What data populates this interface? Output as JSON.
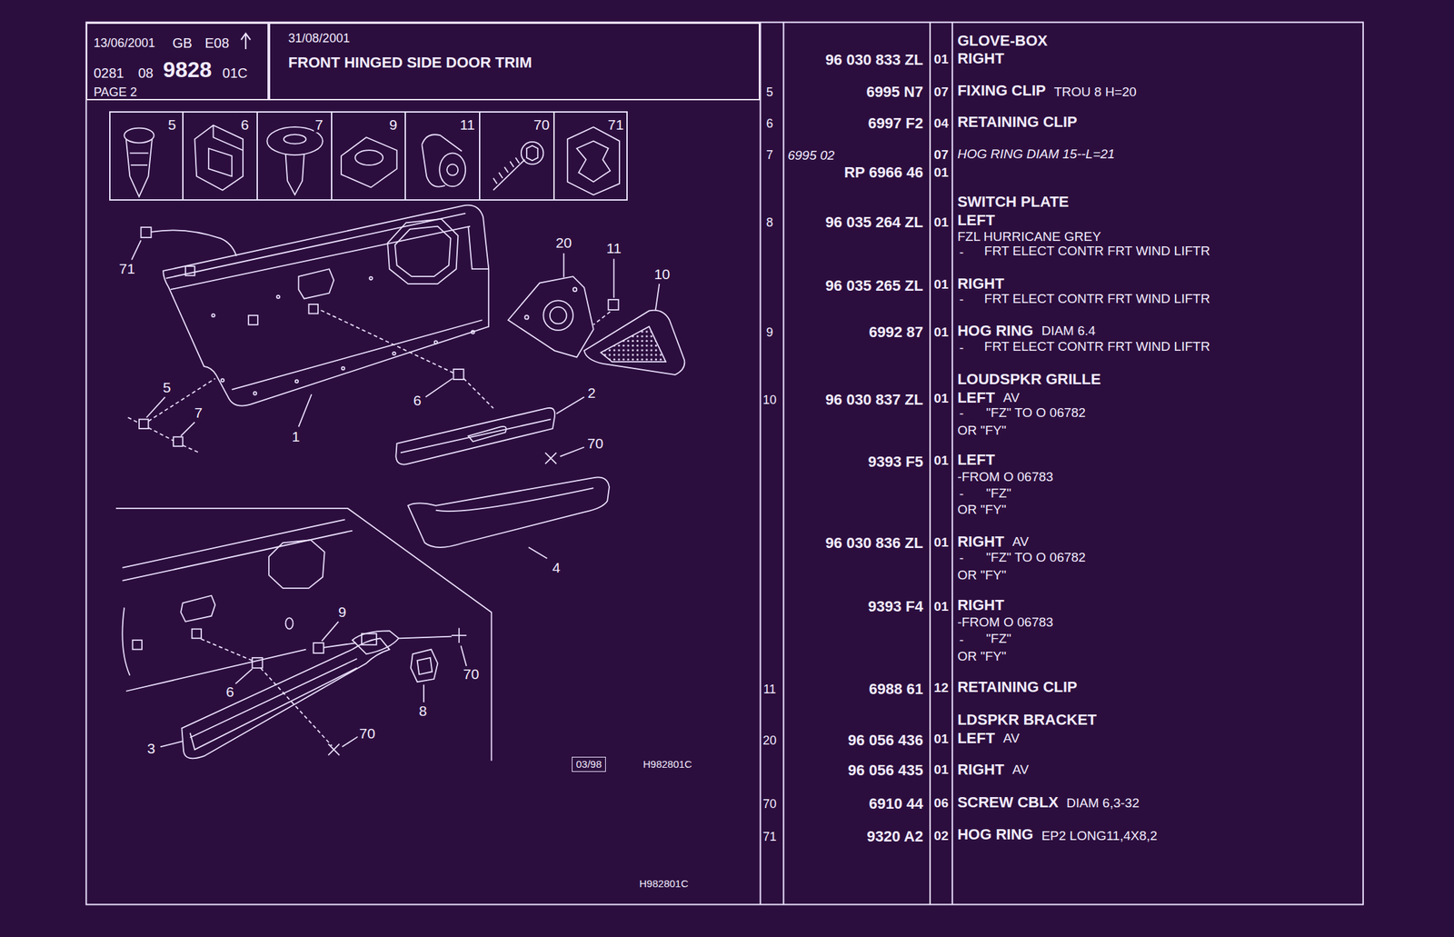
{
  "diagram": {
    "nodes": [
      {
        "text": [
          "13/06/2001",
          "GB",
          "E08",
          "0281",
          "08",
          "9828",
          "01C",
          "PAGE 2"
        ]
      },
      {
        "text": [
          "31/08/2001",
          "FRONT HINGED SIDE DOOR TRIM"
        ]
      },
      {
        "text": [
          "5"
        ]
      },
      {
        "text": [
          "6"
        ]
      },
      {
        "text": [
          "7"
        ]
      },
      {
        "text": [
          "9"
        ]
      },
      {
        "text": [
          "11"
        ]
      },
      {
        "text": [
          "70"
        ]
      },
      {
        "text": [
          "71"
        ]
      },
      {
        "text": [
          "03/98"
        ]
      }
    ],
    "labels": [
      "71",
      "20",
      "11",
      "10",
      "5",
      "7",
      "6",
      "2",
      "1",
      "70",
      "4",
      "9",
      "70",
      "6",
      "8",
      "3",
      "70",
      "H982801C",
      "H982801C",
      "GLOVE-BOX",
      "96 030 833 ZL",
      "01",
      "RIGHT",
      "5",
      "6995 N7",
      "07",
      "FIXING CLIP",
      "TROU 8 H=20",
      "6",
      "6997 F2",
      "04",
      "RETAINING CLIP",
      "7",
      "6995 02",
      "07",
      "HOG RING DIAM 15--L=21",
      "RP 6966 46",
      "01",
      "SWITCH PLATE",
      "8",
      "96 035 264 ZL",
      "01",
      "LEFT",
      "FZL HURRICANE GREY",
      "-",
      "FRT ELECT CONTR FRT WIND LIFTR",
      "96 035 265 ZL",
      "01",
      "RIGHT",
      "-",
      "FRT ELECT CONTR FRT WIND LIFTR",
      "9",
      "6992 87",
      "01",
      "HOG RING",
      "DIAM 6.4",
      "-",
      "FRT ELECT CONTR FRT WIND LIFTR",
      "LOUDSPKR GRILLE",
      "10",
      "96 030 837 ZL",
      "01",
      "LEFT",
      "AV",
      "-",
      "\"FZ\" TO O 06782",
      "OR \"FY\"",
      "9393 F5",
      "01",
      "LEFT",
      "-FROM O 06783",
      "-",
      "\"FZ\"",
      "OR \"FY\"",
      "96 030 836 ZL",
      "01",
      "RIGHT",
      "AV",
      "-",
      "\"FZ\" TO O 06782",
      "OR \"FY\"",
      "9393 F4",
      "01",
      "RIGHT",
      "-FROM O 06783",
      "-",
      "\"FZ\"",
      "OR \"FY\"",
      "11",
      "6988 61",
      "12",
      "RETAINING CLIP",
      "LDSPKR BRACKET",
      "20",
      "96 056 436",
      "01",
      "LEFT",
      "AV",
      "96 056 435",
      "01",
      "RIGHT",
      "AV",
      "70",
      "6910 44",
      "06",
      "SCREW CBLX",
      "DIAM 6,3-32",
      "71",
      "9320 A2",
      "02",
      "HOG RING",
      "EP2 LONG11,4X8,2"
    ]
  }
}
